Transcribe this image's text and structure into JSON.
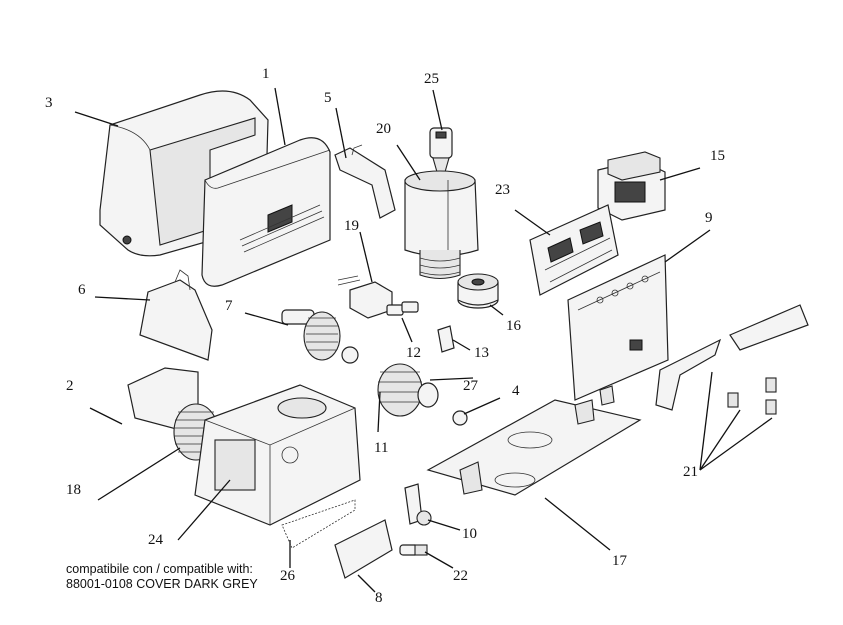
{
  "labels": [
    {
      "id": "1",
      "text": "1"
    },
    {
      "id": "2",
      "text": "2"
    },
    {
      "id": "3",
      "text": "3"
    },
    {
      "id": "4",
      "text": "4"
    },
    {
      "id": "5",
      "text": "5"
    },
    {
      "id": "6",
      "text": "6"
    },
    {
      "id": "7",
      "text": "7"
    },
    {
      "id": "8",
      "text": "8"
    },
    {
      "id": "9",
      "text": "9"
    },
    {
      "id": "10",
      "text": "10"
    },
    {
      "id": "11",
      "text": "11"
    },
    {
      "id": "12",
      "text": "12"
    },
    {
      "id": "13",
      "text": "13"
    },
    {
      "id": "15",
      "text": "15"
    },
    {
      "id": "16",
      "text": "16"
    },
    {
      "id": "17",
      "text": "17"
    },
    {
      "id": "18",
      "text": "18"
    },
    {
      "id": "19",
      "text": "19"
    },
    {
      "id": "20",
      "text": "20"
    },
    {
      "id": "21",
      "text": "21"
    },
    {
      "id": "22",
      "text": "22"
    },
    {
      "id": "23",
      "text": "23"
    },
    {
      "id": "24",
      "text": "24"
    },
    {
      "id": "25",
      "text": "25"
    },
    {
      "id": "26",
      "text": "26"
    },
    {
      "id": "27",
      "text": "27"
    }
  ],
  "note": {
    "line1": "compatibile con / compatible with:",
    "line2": "88001-0108 COVER DARK GREY"
  }
}
